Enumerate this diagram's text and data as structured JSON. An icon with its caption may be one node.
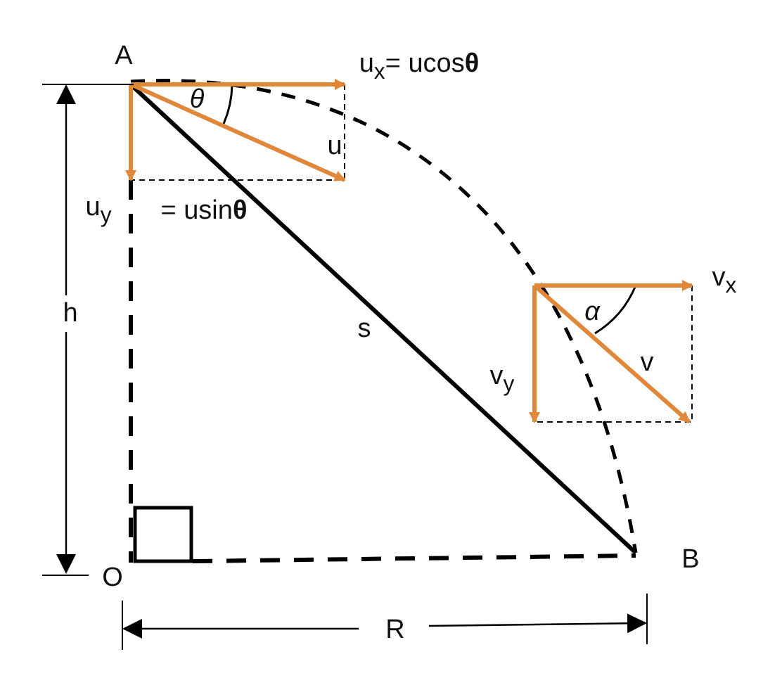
{
  "diagram": {
    "labels": [
      "A",
      "u$_{x}$= ucos**θ**",
      "θ",
      "u",
      "u$_{y}$",
      "= usin**θ**",
      "h",
      "s",
      "α",
      "v$_{x}$",
      "v",
      "v$_{y}$",
      "O",
      "B",
      "R"
    ]
  }
}
